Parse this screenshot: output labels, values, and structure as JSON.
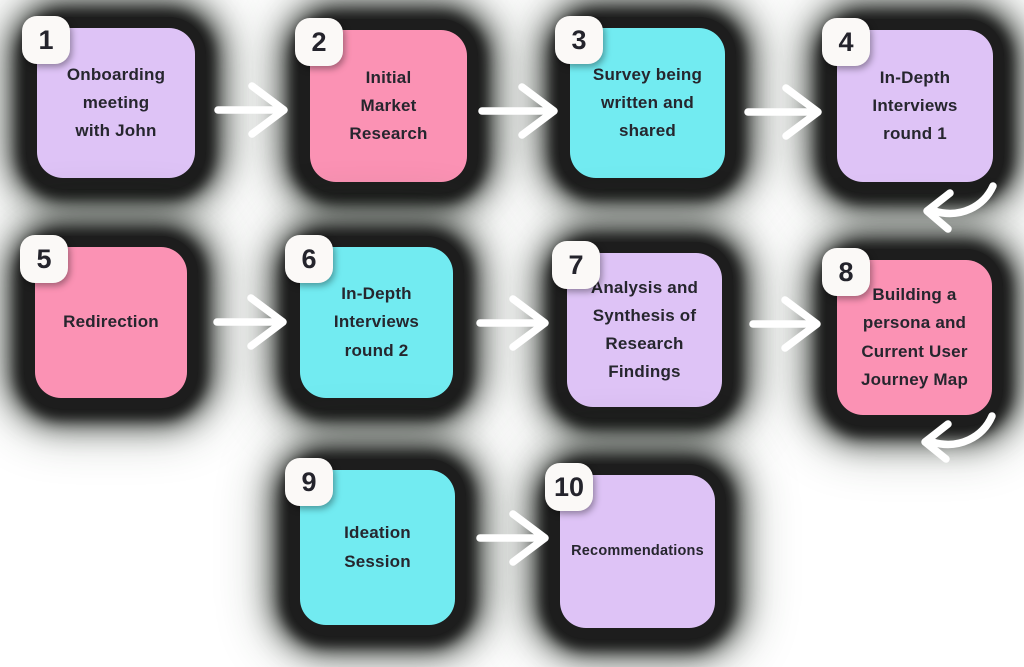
{
  "diagram": {
    "type": "process-flow",
    "description": "10-step research process flowchart with numbered pastel cards, heavy spray-paint dark shadows, and white hand-drawn arrows",
    "background": "#ffffff"
  },
  "colors": {
    "purple": "#dec3f6",
    "pink": "#fb92b4",
    "cyan": "#72ebf1",
    "shadow": "#1d1d1d",
    "badge_background": "#fbf9f7",
    "text": "#26262e",
    "arrow": "#ffffff"
  },
  "icons": {
    "arrow_right": "white-right-arrow",
    "arrow_loop": "white-curved-return-arrow"
  },
  "steps": [
    {
      "number": "1",
      "label": "Onboarding\nmeeting\nwith John",
      "color_hex": "#dec3f6"
    },
    {
      "number": "2",
      "label": "Initial\nMarket\nResearch",
      "color_hex": "#fb92b4"
    },
    {
      "number": "3",
      "label": "Survey being\nwritten and\nshared",
      "color_hex": "#72ebf1"
    },
    {
      "number": "4",
      "label": "In-Depth\nInterviews\nround 1",
      "color_hex": "#dec3f6"
    },
    {
      "number": "5",
      "label": "Redirection",
      "color_hex": "#fb92b4"
    },
    {
      "number": "6",
      "label": "In-Depth\nInterviews\nround 2",
      "color_hex": "#72ebf1"
    },
    {
      "number": "7",
      "label": "Analysis and\nSynthesis of\nResearch\nFindings",
      "color_hex": "#dec3f6"
    },
    {
      "number": "8",
      "label": "Building a\npersona and\nCurrent User\nJourney Map",
      "color_hex": "#fb92b4"
    },
    {
      "number": "9",
      "label": "Ideation\nSession",
      "color_hex": "#72ebf1"
    },
    {
      "number": "10",
      "label": "Recommendations",
      "color_hex": "#dec3f6"
    }
  ]
}
